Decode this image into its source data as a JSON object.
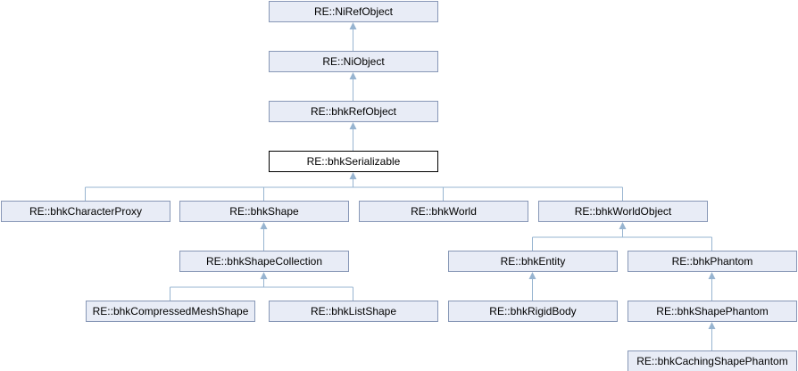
{
  "diagram": {
    "nodes": [
      {
        "id": "niref",
        "label": "RE::NiRefObject"
      },
      {
        "id": "niobj",
        "label": "RE::NiObject"
      },
      {
        "id": "bhkref",
        "label": "RE::bhkRefObject"
      },
      {
        "id": "bhkser",
        "label": "RE::bhkSerializable",
        "current": true
      },
      {
        "id": "charproxy",
        "label": "RE::bhkCharacterProxy"
      },
      {
        "id": "shape",
        "label": "RE::bhkShape"
      },
      {
        "id": "world",
        "label": "RE::bhkWorld"
      },
      {
        "id": "worldobj",
        "label": "RE::bhkWorldObject"
      },
      {
        "id": "shapecoll",
        "label": "RE::bhkShapeCollection"
      },
      {
        "id": "entity",
        "label": "RE::bhkEntity"
      },
      {
        "id": "phantom",
        "label": "RE::bhkPhantom"
      },
      {
        "id": "compmesh",
        "label": "RE::bhkCompressedMeshShape"
      },
      {
        "id": "listshape",
        "label": "RE::bhkListShape"
      },
      {
        "id": "rigid",
        "label": "RE::bhkRigidBody"
      },
      {
        "id": "shapephantom",
        "label": "RE::bhkShapePhantom"
      },
      {
        "id": "caching",
        "label": "RE::bhkCachingShapePhantom"
      }
    ],
    "edges": [
      {
        "from": "niobj",
        "to": "niref"
      },
      {
        "from": "bhkref",
        "to": "niobj"
      },
      {
        "from": "bhkser",
        "to": "bhkref"
      },
      {
        "from": "charproxy",
        "to": "bhkser"
      },
      {
        "from": "shape",
        "to": "bhkser"
      },
      {
        "from": "world",
        "to": "bhkser"
      },
      {
        "from": "worldobj",
        "to": "bhkser"
      },
      {
        "from": "shapecoll",
        "to": "shape"
      },
      {
        "from": "entity",
        "to": "worldobj"
      },
      {
        "from": "phantom",
        "to": "worldobj"
      },
      {
        "from": "compmesh",
        "to": "shapecoll"
      },
      {
        "from": "listshape",
        "to": "shapecoll"
      },
      {
        "from": "rigid",
        "to": "entity"
      },
      {
        "from": "shapephantom",
        "to": "phantom"
      },
      {
        "from": "caching",
        "to": "shapephantom"
      }
    ]
  }
}
